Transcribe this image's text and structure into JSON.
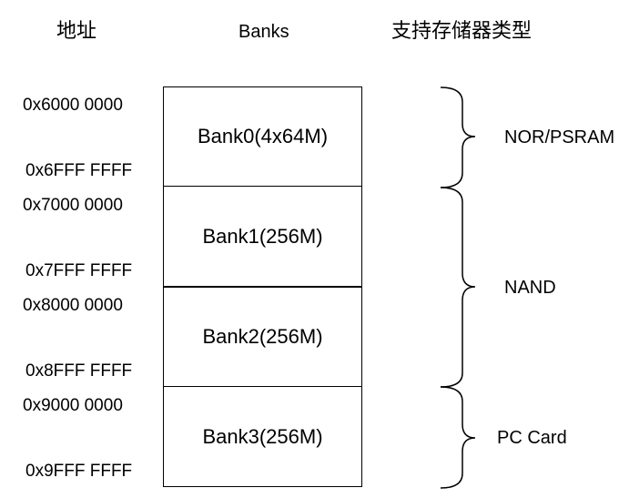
{
  "headers": {
    "address": "地址",
    "banks": "Banks",
    "memory_type": "支持存储器类型"
  },
  "banks": [
    {
      "label": "Bank0(4x64M)",
      "start": "0x6000 0000",
      "end": "0x6FFF FFFF"
    },
    {
      "label": "Bank1(256M)",
      "start": "0x7000 0000",
      "end": "0x7FFF FFFF"
    },
    {
      "label": "Bank2(256M)",
      "start": "0x8000 0000",
      "end": "0x8FFF FFFF"
    },
    {
      "label": "Bank3(256M)",
      "start": "0x9000 0000",
      "end": "0x9FFF FFFF"
    }
  ],
  "memory_types": [
    {
      "label": "NOR/PSRAM"
    },
    {
      "label": "NAND"
    },
    {
      "label": "PC Card"
    }
  ]
}
